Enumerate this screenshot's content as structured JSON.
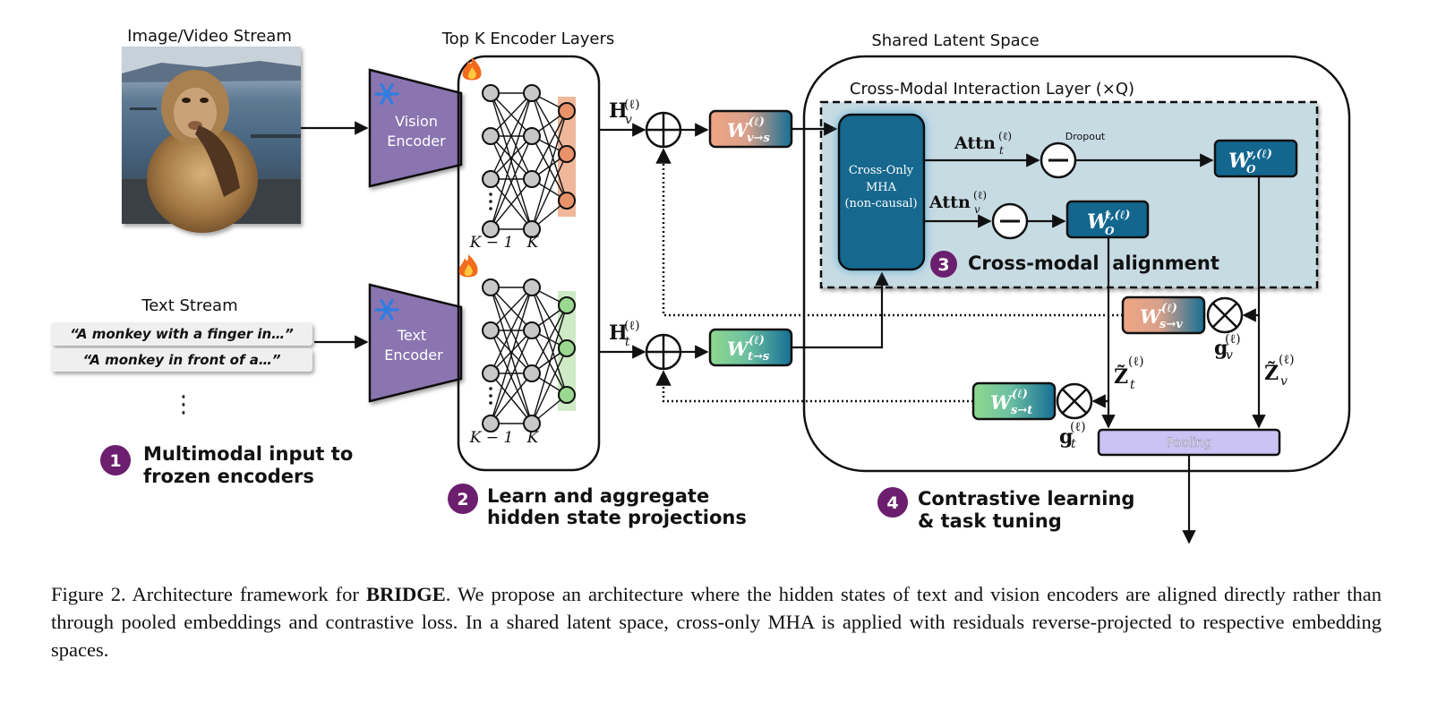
{
  "figure": {
    "inputs": {
      "image_stream_title": "Image/Video Stream",
      "image_alt": "Photo of a monkey with a finger in its mouth, harbor in background",
      "text_stream_title": "Text Stream",
      "text_samples": [
        "“A monkey with a finger in…”",
        "“A monkey in front of a…”"
      ],
      "ellipsis": "⋮"
    },
    "encoders": {
      "vision": [
        "Vision",
        "Encoder"
      ],
      "text": [
        "Text",
        "Encoder"
      ],
      "frozen_icon": "snowflake-icon"
    },
    "encoder_layers": {
      "title": "Top K Encoder Layers",
      "trainable_icon": "flame-icon",
      "layer_labels": [
        "K − 1",
        "K"
      ],
      "vision_color": "#f0b79a",
      "text_color": "#cfeac6"
    },
    "hidden_states": {
      "vision": {
        "base": "H",
        "sub": "v",
        "sup": "(ℓ)"
      },
      "text": {
        "base": "H",
        "sub": "t",
        "sup": "(ℓ)"
      }
    },
    "projections": {
      "v_to_s": {
        "base": "W",
        "sup": "(ℓ)",
        "sub": "v→s"
      },
      "t_to_s": {
        "base": "W",
        "sup": "(ℓ)",
        "sub": "t→s"
      },
      "s_to_v": {
        "base": "W",
        "sup": "(ℓ)",
        "sub": "s→v"
      },
      "s_to_t": {
        "base": "W",
        "sup": "(ℓ)",
        "sub": "s→t"
      }
    },
    "shared_space": {
      "title": "Shared Latent Space",
      "layer_title": "Cross-Modal Interaction Layer (×Q)",
      "mha": [
        "Cross-Only",
        "MHA",
        "(non-causal)"
      ],
      "attn_t": {
        "base": "Attn",
        "sub": "t",
        "sup": "(ℓ)"
      },
      "attn_v": {
        "base": "Attn",
        "sub": "v",
        "sup": "(ℓ)"
      },
      "dropout_label": "Dropout",
      "wo_v": {
        "base": "W",
        "sub": "O",
        "sup": "v,(ℓ)"
      },
      "wo_t": {
        "base": "W",
        "sub": "O",
        "sup": "t,(ℓ)"
      },
      "z_t": {
        "base": "Z̃",
        "sub": "t",
        "sup": "(ℓ)"
      },
      "z_v": {
        "base": "Z̃",
        "sub": "v",
        "sup": "(ℓ)"
      },
      "g_v": {
        "base": "g",
        "sub": "v",
        "sup": "(ℓ)"
      },
      "g_t": {
        "base": "g",
        "sub": "t",
        "sup": "(ℓ)"
      },
      "pooling": "Pooling",
      "panel_color": "#c7dbe3",
      "block_color": "#13678f",
      "pooling_color": "#cbc3f3"
    },
    "steps": [
      {
        "num": "1",
        "lines": [
          "Multimodal input to",
          "frozen encoders"
        ]
      },
      {
        "num": "2",
        "lines": [
          "Learn and aggregate",
          "hidden state projections"
        ]
      },
      {
        "num": "3",
        "lines": [
          "Cross-modal  alignment"
        ]
      },
      {
        "num": "4",
        "lines": [
          "Contrastive learning",
          "& task tuning"
        ]
      }
    ],
    "step_color": "#6b1f6e",
    "encoder_color": "#8a74b0"
  },
  "caption": {
    "prefix": "Figure 2. Architecture framework for ",
    "bold": "BRIDGE",
    "suffix": ". We propose an architecture where the hidden states of text and vision encoders are aligned directly rather than through pooled embeddings and contrastive loss.  In a shared latent space, cross-only MHA is applied with residuals reverse-projected to respective embedding spaces."
  }
}
